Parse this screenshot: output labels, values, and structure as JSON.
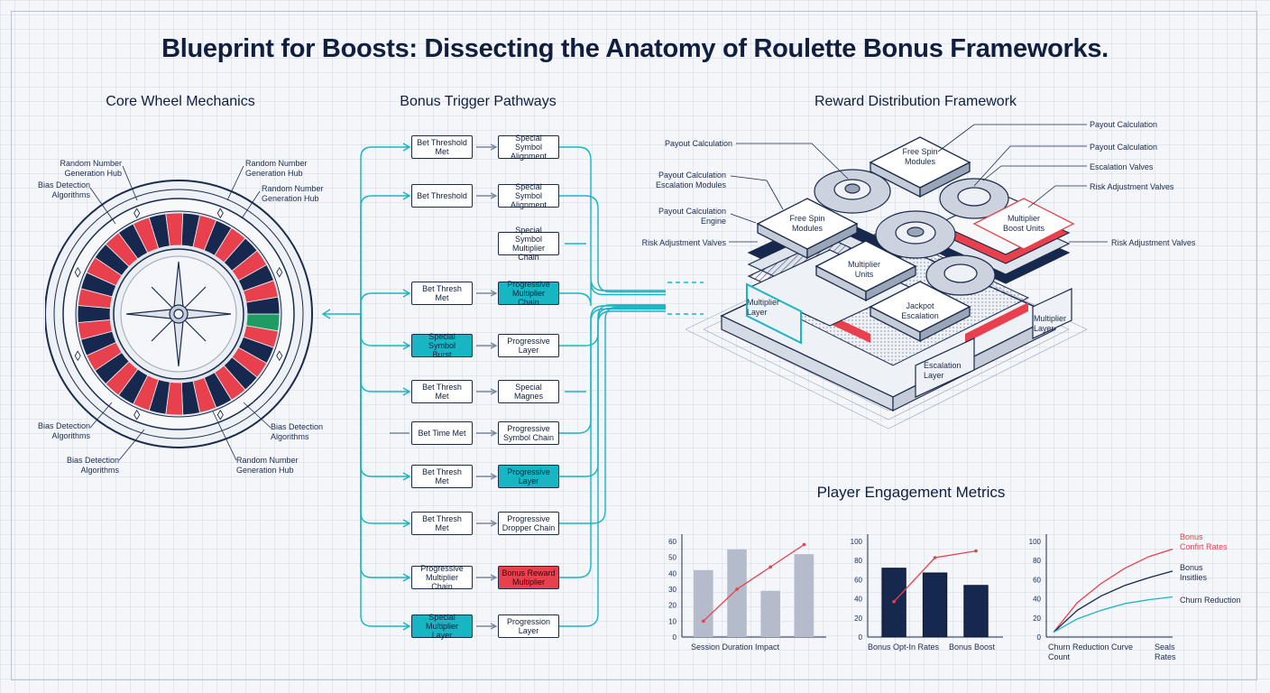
{
  "title": "Blueprint for Boosts: Dissecting the Anatomy of Roulette Bonus Frameworks.",
  "sections": {
    "wheel": "Core Wheel Mechanics",
    "triggers": "Bonus Trigger Pathways",
    "reward": "Reward Distribution Framework",
    "metrics": "Player Engagement Metrics"
  },
  "wheel_labels": {
    "tl1": "Random Number\nGeneration Hub",
    "tl2": "Bias Detection\nAlgorithms",
    "tr1": "Random Number\nGeneration Hub",
    "tr2": "Random Number\nGeneration Hub",
    "bl1": "Bias Detection\nAlgorithms",
    "bl2": "Bias Detection\nAlgorithms",
    "br1": "Bias Detection\nAlgorithms",
    "br2": "Random Number\nGeneration Hub"
  },
  "trigger_rows": [
    {
      "left": "Bet Threshold\nMet",
      "left_style": "plain",
      "right": "Special Symbol\nAlignment",
      "right_style": "plain"
    },
    {
      "left": "Bet Threshold",
      "left_style": "plain",
      "right": "Special Symbol\nAlignment",
      "right_style": "plain"
    },
    {
      "left": "",
      "left_style": "none",
      "right": "Special Symbol\nMultiplier Chain",
      "right_style": "plain"
    },
    {
      "left": "Bet Thresh Met",
      "left_style": "plain",
      "right": "Progressive\nMultiplier Chain",
      "right_style": "teal"
    },
    {
      "left": "Special Symbol\nBurst",
      "left_style": "teal",
      "right": "Progressive\nLayer",
      "right_style": "plain"
    },
    {
      "left": "Bet Thresh Met",
      "left_style": "plain",
      "right": "Special\nMagnes",
      "right_style": "plain"
    },
    {
      "left": "Bet Time Met",
      "left_style": "plain",
      "right": "Progressive\nSymbol Chain",
      "right_style": "plain"
    },
    {
      "left": "Bet Thresh Met",
      "left_style": "plain",
      "right": "Progressive\nLayer",
      "right_style": "teal"
    },
    {
      "left": "Bet Thresh Met",
      "left_style": "plain",
      "right": "Progressive\nDropper Chain",
      "right_style": "plain"
    },
    {
      "left": "Progressive\nMultiplier Chain",
      "left_style": "plain",
      "right": "Bonus Reward\nMultiplier",
      "right_style": "red"
    },
    {
      "left": "Special Multiplier\nLayer",
      "left_style": "teal",
      "right": "Progression\nLayer",
      "right_style": "plain"
    }
  ],
  "reward_annotations": {
    "l1": "Payout Calculation",
    "l2": "Payout Calculation\nEscalation Modules",
    "l3": "Payout Calculation\nEngine",
    "l4": "Risk Adjustment Valves",
    "r1": "Payout Calculation",
    "r2": "Payout Calculation",
    "r3": "Escalation Valves",
    "r4": "Risk Adjustment Valves",
    "r5": "Risk Adjustment Valves"
  },
  "reward_blocks": {
    "free_spin_top": "Free Spin\nModules",
    "free_spin_left": "Free Spin\nModules",
    "multiplier_boost": "Multiplier\nBoost Units",
    "multiplier_units": "Multiplier\nUnits",
    "jackpot": "Jackpot\nEscalation",
    "multiplier_layer_left": "Multiplier\nLayer",
    "multiplier_layer_right": "Multiplier\nLayer",
    "escalation_layer": "Escalation\nLayer"
  },
  "colors": {
    "navy": "#16284e",
    "teal": "#18b5c2",
    "red": "#e8414d",
    "gray": "#b4bccb"
  },
  "chart_data": [
    {
      "type": "bar",
      "title": "",
      "xlabel": "Session Duration Impact",
      "ylabel": "",
      "ylim": [
        0,
        60
      ],
      "yticks": [
        0,
        10,
        20,
        30,
        40,
        50,
        60
      ],
      "ytick_labels": [
        "0",
        "10",
        "20",
        "30",
        "40",
        "50",
        "60"
      ],
      "values": [
        42,
        55,
        29,
        52
      ],
      "bar_color": "#b4bccb",
      "overlay_line": {
        "x": [
          0,
          1,
          2,
          3
        ],
        "values": [
          10,
          30,
          44,
          58
        ],
        "color": "#e8414d"
      }
    },
    {
      "type": "bar",
      "title": "",
      "xlabel": "Bonus Opt-In Rates",
      "xlabel2": "Bonus Boost",
      "ylabel": "",
      "ylim": [
        0,
        100
      ],
      "yticks": [
        0,
        20,
        40,
        60,
        80,
        100
      ],
      "ytick_labels": [
        "0",
        "20",
        "40",
        "60",
        "80",
        "100"
      ],
      "values": [
        72,
        67,
        54
      ],
      "bar_color": "#16284e",
      "overlay_line": {
        "x": [
          0,
          1,
          2
        ],
        "values": [
          37,
          83,
          90
        ],
        "color": "#e8414d"
      }
    },
    {
      "type": "line",
      "title": "",
      "xlabel": "Churn Reduction Curve\nCount",
      "xlabel2": "Seals\nRates",
      "ylabel": "",
      "ylim": [
        0,
        100
      ],
      "yticks": [
        0,
        20,
        40,
        60,
        80,
        100
      ],
      "ytick_labels": [
        "0",
        "20",
        "40",
        "60",
        "80",
        "100"
      ],
      "series": [
        {
          "name": "Bonus\nConfirt Rates",
          "values": [
            5,
            36,
            56,
            72,
            84,
            92
          ],
          "color": "#e8414d"
        },
        {
          "name": "Bonus\nInsitlies",
          "values": [
            5,
            28,
            43,
            54,
            62,
            69
          ],
          "color": "#16284e"
        },
        {
          "name": "Churn Reduction",
          "values": [
            5,
            19,
            28,
            35,
            39,
            42
          ],
          "color": "#18b5c2"
        }
      ]
    }
  ]
}
